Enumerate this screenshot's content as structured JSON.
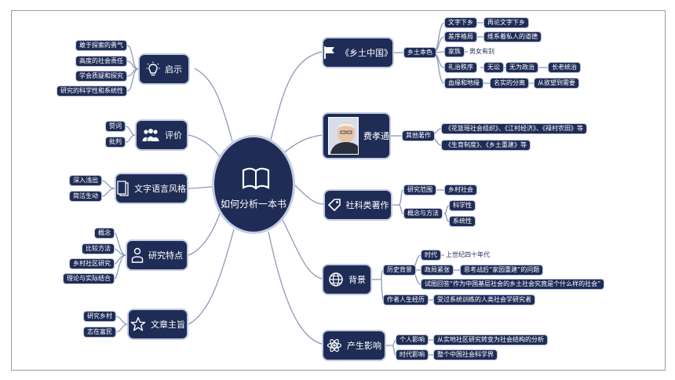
{
  "center": {
    "title": "如何分析一本书"
  },
  "topics": {
    "xiangtu": {
      "label": "《乡土中国》",
      "icon": "flag-icon"
    },
    "fei": {
      "label": "费孝通",
      "icon": "portrait-photo"
    },
    "sheke": {
      "label": "社科类著作",
      "icon": "tag-icon"
    },
    "beijing": {
      "label": "背景",
      "icon": "globe-icon"
    },
    "yingxiang": {
      "label": "产生影响",
      "icon": "atom-icon"
    },
    "qishi": {
      "label": "启示",
      "icon": "lightbulb-icon"
    },
    "pingjia": {
      "label": "评价",
      "icon": "people-icon"
    },
    "yuyan": {
      "label": "文字语言风格",
      "icon": "document-icon"
    },
    "tedian": {
      "label": "研究特点",
      "icon": "person-icon"
    },
    "zhuzhi": {
      "label": "文章主旨",
      "icon": "star-icon"
    }
  },
  "xiangtu": {
    "sub": "乡土本色",
    "items": [
      {
        "a": "文字下乡",
        "b": "再论文字下乡"
      },
      {
        "a": "差序格局",
        "b": "维系着私人的道德"
      },
      {
        "a": "家族",
        "b": "男女有别"
      },
      {
        "a": "礼治秩序",
        "b": "无讼",
        "c": "无为政治",
        "d": "长老统治"
      },
      {
        "a": "血缘和地缘",
        "b": "名实的分离",
        "c": "从欲望到需要"
      }
    ]
  },
  "fei": {
    "sub": "其他著作",
    "works": [
      "《花篮瑶社会组织》、《江村经济》、《禄村农田》等",
      "《生育制度》、《乡土重建》等"
    ]
  },
  "sheke": {
    "range": "研究范围",
    "range_val": "乡村社会",
    "concept": "概念与方法",
    "c1": "科学性",
    "c2": "系统性"
  },
  "beijing": {
    "history": "历史背景",
    "era": "时代",
    "era_val": "上世纪四十年代",
    "politics": "政局紧张",
    "politics_val": "思考战后“家园重建”的问题",
    "attempt": "试图回答“作为中国基层社会的乡土社会究竟是个什么样的社会”",
    "author": "作者人生经历",
    "author_val": "受过系统训练的人类社会学研究者"
  },
  "yingxiang": {
    "personal": "个人影响",
    "personal_val": "从实地社区研究转变为社会结构的分析",
    "era": "时代影响",
    "era_val": "整个中国社会科学界"
  },
  "qishi": {
    "items": [
      "敢于探索的勇气",
      "高度的社会责任",
      "学会质疑和探究",
      "研究的科学性和系统性"
    ]
  },
  "pingjia": {
    "items": [
      "赞词",
      "批判"
    ]
  },
  "yuyan": {
    "items": [
      "深入浅出",
      "简洁生动"
    ]
  },
  "tedian": {
    "items": [
      "概念",
      "比较方法",
      "乡村社区研究",
      "理论与实际结合"
    ]
  },
  "zhuzhi": {
    "items": [
      "研究乡村",
      "志在富民"
    ]
  },
  "colors": {
    "node": "#1f2c56",
    "line": "#8c9ab8",
    "border": "#c3cbe2"
  }
}
